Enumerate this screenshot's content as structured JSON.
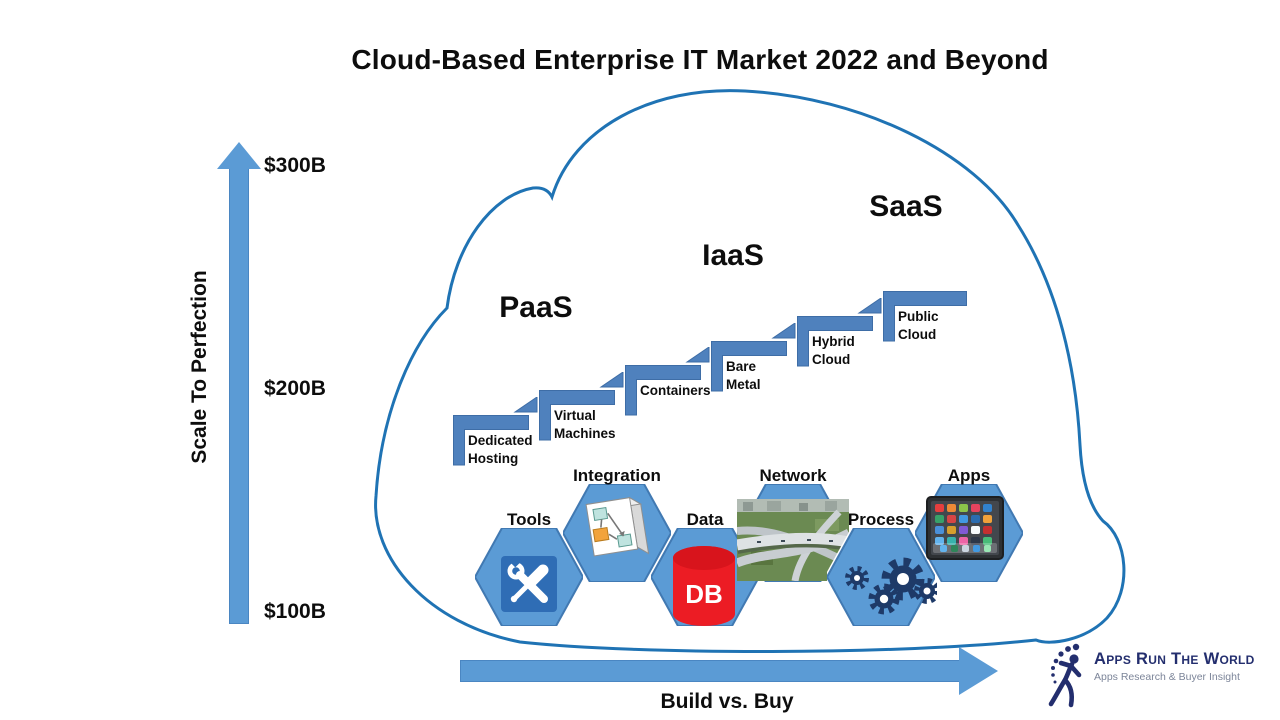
{
  "title": "Cloud-Based Enterprise IT Market 2022 and Beyond",
  "y_axis": {
    "label": "Scale To Perfection",
    "ticks": [
      {
        "label": "$300B"
      },
      {
        "label": "$200B"
      },
      {
        "label": "$100B"
      }
    ]
  },
  "x_axis": {
    "label": "Build vs. Buy"
  },
  "service_layers": [
    {
      "label": "PaaS"
    },
    {
      "label": "IaaS"
    },
    {
      "label": "SaaS"
    }
  ],
  "steps": [
    {
      "label": "Dedicated\nHosting"
    },
    {
      "label": "Virtual\nMachines"
    },
    {
      "label": "Containers"
    },
    {
      "label": "Bare\nMetal"
    },
    {
      "label": "Hybrid\nCloud"
    },
    {
      "label": "Public\nCloud"
    }
  ],
  "hexagons": [
    {
      "label": "Tools",
      "icon": "tools-icon"
    },
    {
      "label": "Integration",
      "icon": "integration-icon"
    },
    {
      "label": "Data",
      "icon": "database-icon",
      "icon_text": "DB"
    },
    {
      "label": "Network",
      "icon": "network-photo"
    },
    {
      "label": "Process",
      "icon": "gears-icon"
    },
    {
      "label": "Apps",
      "icon": "apps-tablet-icon"
    }
  ],
  "logo": {
    "name": "Apps Run The World",
    "tagline": "Apps Research & Buyer Insight"
  },
  "colors": {
    "arrow_blue": "#5B9BD5",
    "arrow_edge": "#4A86C2",
    "step_blue": "#4F81BD",
    "step_edge": "#3E6DA6",
    "hexagon_fill": "#5B9BD5",
    "hexagon_edge": "#4179B2",
    "cloud_outline": "#1F73B4",
    "db_red": "#EC1C24",
    "gear_navy": "#1E3A68",
    "logo_navy": "#232E6E"
  }
}
